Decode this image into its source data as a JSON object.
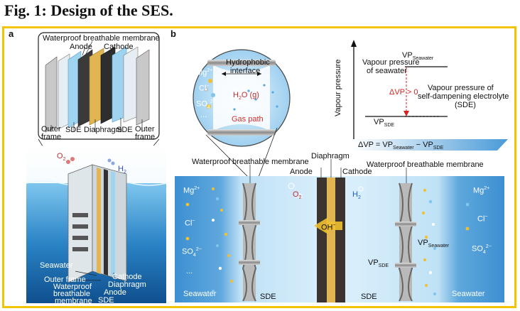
{
  "title": "Fig. 1: Design of the SES.",
  "panel_a": {
    "label": "a",
    "exploded": {
      "membrane_top": "Waterproof breathable membrane",
      "anode": "Anode",
      "cathode": "Cathode",
      "outer_frame_left": "Outer\nframe",
      "sde_left": "SDE",
      "diaphragm": "Diaphragm",
      "sde_right": "SDE",
      "outer_frame_right": "Outer\nframe"
    },
    "gas_o2": "O",
    "gas_o2_sub": "2",
    "gas_h2": "H",
    "gas_h2_sub": "2",
    "device": {
      "seawater": "Seawater",
      "outer_frame": "Outer frame",
      "membrane_1": "Waterproof",
      "membrane_2": "breathable",
      "membrane_3": "membrane",
      "cathode": "Cathode",
      "diaphragm": "Diaphragm",
      "anode": "Anode",
      "sde": "SDE"
    }
  },
  "panel_b": {
    "label": "b",
    "circle": {
      "hydrophobic_1": "Hydrophobic",
      "hydrophobic_2": "interface",
      "h2o": "H",
      "h2o_rest": "O (g)",
      "h2o_sub": "2",
      "gas_path": "Gas path",
      "ion_mg": "Mg",
      "ion_mg_sup": "2+",
      "ion_cl": "Cl",
      "ion_cl_sup": "−",
      "ion_so4": "SO",
      "ion_so4_sub": "4",
      "ion_so4_sup": "2−",
      "ellipsis": "..."
    },
    "graph": {
      "ylabel": "Vapour pressure",
      "vp_seawater": "VP",
      "vp_seawater_sub": "Seawater",
      "vapour_sea_1": "Vapour pressure",
      "vapour_sea_2": "of seawater",
      "delta_vp": "ΔVP > 0",
      "vapour_sde_1": "Vapour pressure of",
      "vapour_sde_2": "self-dampening electrolyte",
      "vapour_sde_3": "(SDE)",
      "vp_sde": "VP",
      "vp_sde_sub": "SDE",
      "equation": "ΔVP = VP",
      "equation_sub1": "Seawater",
      "equation_mid": " − VP",
      "equation_sub2": "SDE"
    },
    "cell": {
      "membrane_left": "Waterproof breathable membrane",
      "diaphragm": "Diaphragm",
      "anode": "Anode",
      "cathode": "Cathode",
      "membrane_right": "Waterproof breathable membrane",
      "o2": "O",
      "o2_sub": "2",
      "h2": "H",
      "h2_sub": "2",
      "oh": "OH",
      "oh_sup": "−",
      "mg_left": "Mg",
      "mg_left_sup": "2+",
      "cl_left": "Cl",
      "cl_left_sup": "−",
      "so4_left": "SO",
      "so4_left_sub": "4",
      "so4_left_sup": "2−",
      "ellipsis": "...",
      "seawater_left": "Seawater",
      "sde_left": "SDE",
      "sde_right": "SDE",
      "seawater_right": "Seawater",
      "vp_sde": "VP",
      "vp_sde_sub": "SDE",
      "vp_sea": "VP",
      "vp_sea_sub": "Seawater",
      "mg_right": "Mg",
      "mg_right_sup": "2+",
      "cl_right": "Cl",
      "cl_right_sup": "−",
      "so4_right": "SO",
      "so4_right_sub": "4",
      "so4_right_sup": "2−"
    }
  }
}
